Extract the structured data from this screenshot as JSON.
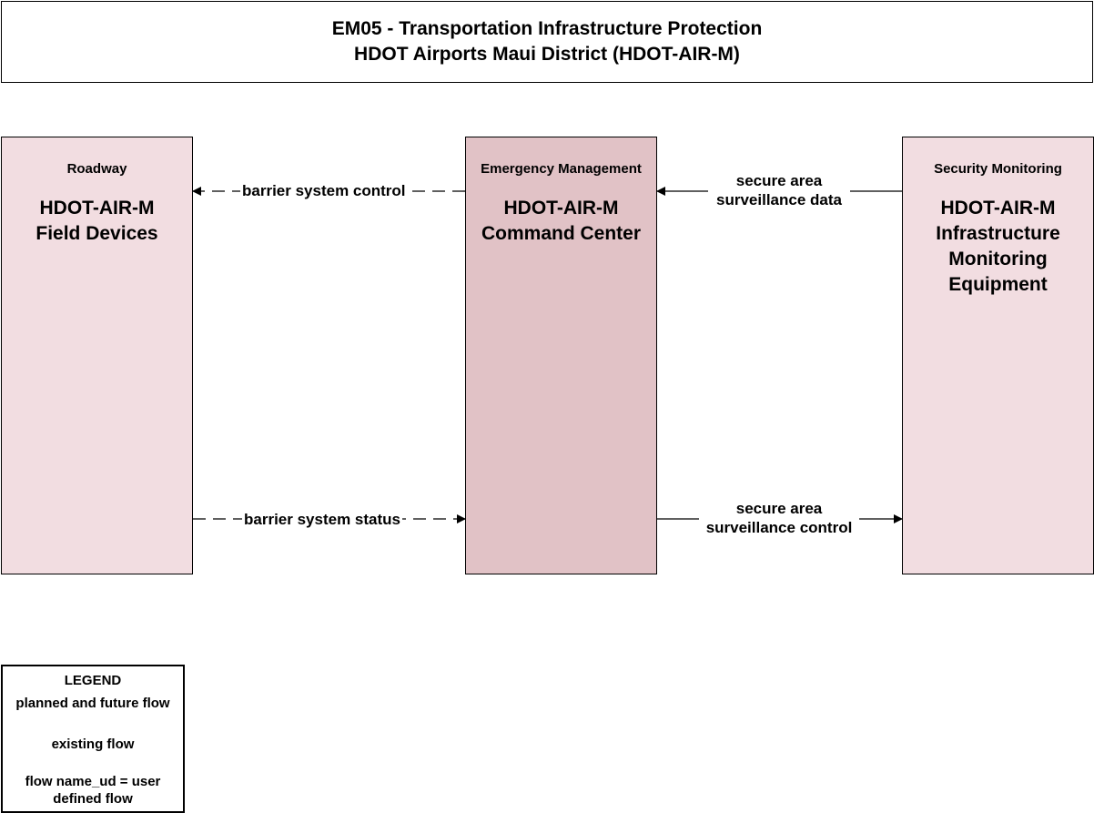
{
  "title": {
    "line1": "EM05 - Transportation Infrastructure Protection",
    "line2": "HDOT Airports Maui District (HDOT-AIR-M)"
  },
  "elements": [
    {
      "category": "Roadway",
      "name_line1": "HDOT-AIR-M",
      "name_line2": "Field Devices",
      "name_line3": "",
      "name_line4": ""
    },
    {
      "category": "Emergency Management",
      "name_line1": "HDOT-AIR-M",
      "name_line2": "Command Center",
      "name_line3": "",
      "name_line4": ""
    },
    {
      "category": "Security Monitoring",
      "name_line1": "HDOT-AIR-M",
      "name_line2": "Infrastructure",
      "name_line3": "Monitoring",
      "name_line4": "Equipment"
    }
  ],
  "flows": [
    {
      "label_line1": "barrier system control",
      "label_line2": "",
      "status": "planned",
      "from": "HDOT-AIR-M Command Center",
      "to": "HDOT-AIR-M Field Devices"
    },
    {
      "label_line1": "secure area",
      "label_line2": "surveillance data",
      "status": "existing",
      "from": "HDOT-AIR-M Infrastructure Monitoring Equipment",
      "to": "HDOT-AIR-M Command Center"
    },
    {
      "label_line1": "barrier system status",
      "label_line2": "",
      "status": "planned",
      "from": "HDOT-AIR-M Field Devices",
      "to": "HDOT-AIR-M Command Center"
    },
    {
      "label_line1": "secure area",
      "label_line2": "surveillance control",
      "status": "existing",
      "from": "HDOT-AIR-M Command Center",
      "to": "HDOT-AIR-M Infrastructure Monitoring Equipment"
    }
  ],
  "legend": {
    "title": "LEGEND",
    "planned_label": "planned and future flow",
    "existing_label": "existing flow",
    "user_defined_line1": "flow name_ud = user",
    "user_defined_line2": "defined flow"
  }
}
